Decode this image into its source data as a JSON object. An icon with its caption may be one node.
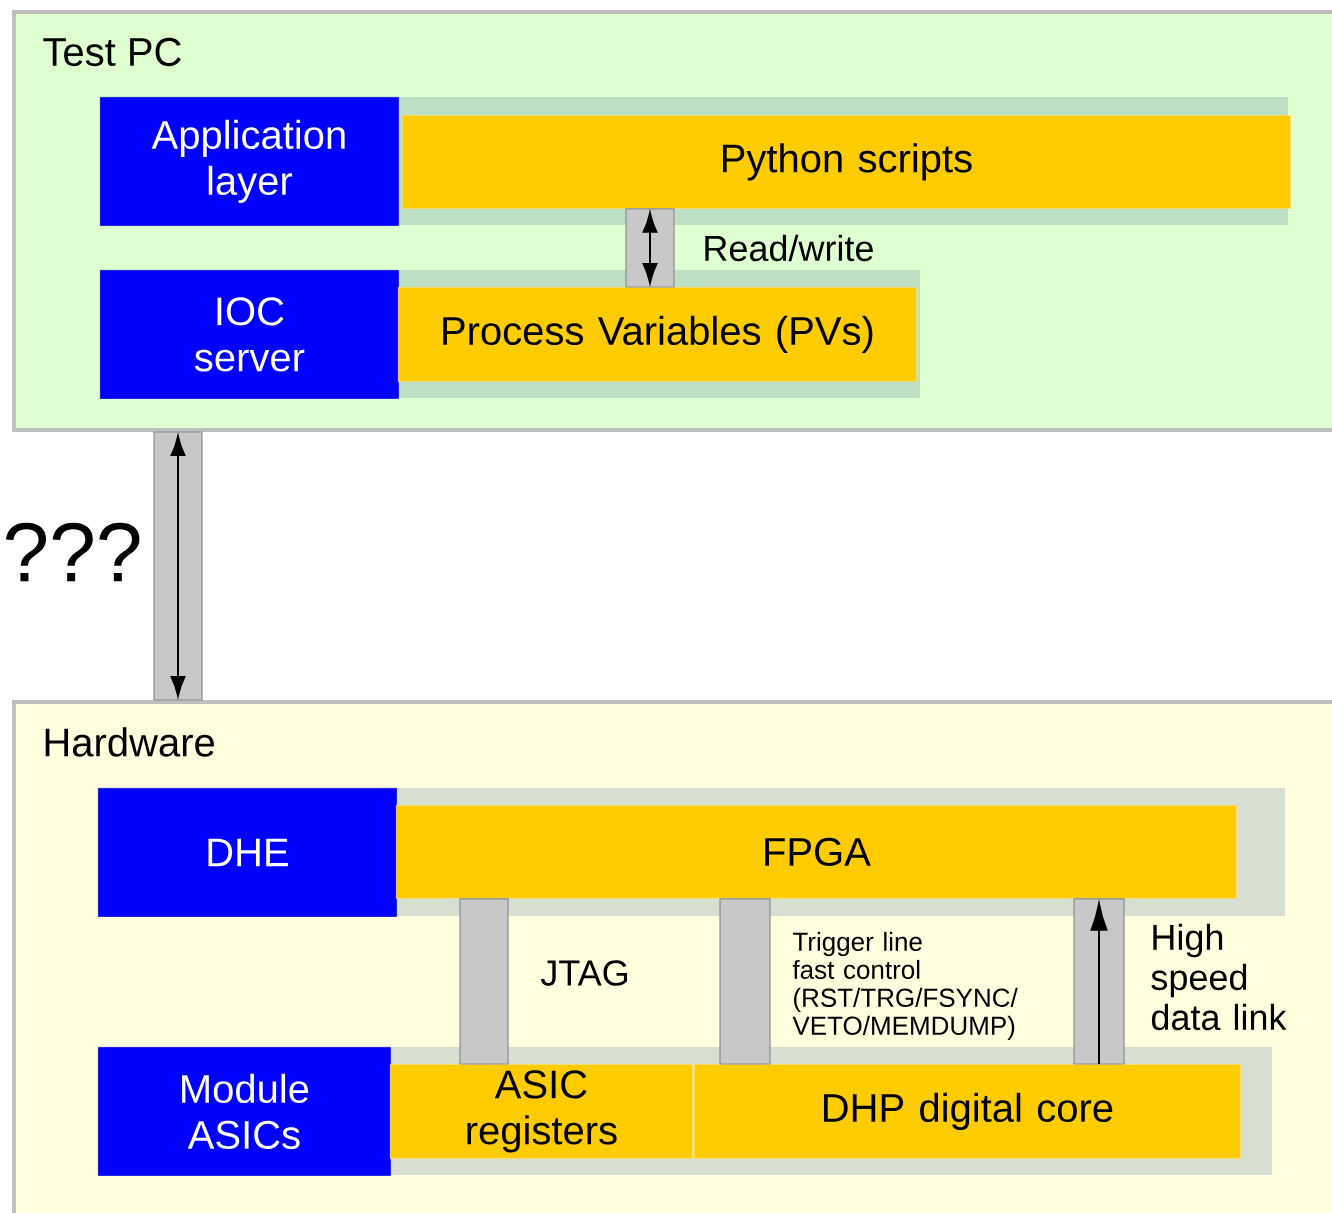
{
  "diagram": {
    "nodes": [
      {
        "text": [
          "Test PC"
        ]
      },
      {
        "text": [
          "Application layer"
        ],
        "in": 0
      },
      {
        "text": [
          "Python scripts"
        ],
        "in": 0
      },
      {
        "text": [
          "IOC server"
        ],
        "in": 0
      },
      {
        "text": [
          "Process Variables (PVs)"
        ],
        "in": 0
      },
      {
        "text": [
          "Hardware"
        ]
      },
      {
        "text": [
          "DHE"
        ],
        "in": 5
      },
      {
        "text": [
          "FPGA"
        ],
        "in": 5
      },
      {
        "text": [
          "Module ASICs"
        ],
        "in": 5
      },
      {
        "text": [
          "ASIC registers"
        ],
        "in": 5
      },
      {
        "text": [
          "DHP digital core"
        ],
        "in": 5
      }
    ],
    "edges": [
      {
        "from": 2,
        "to": 4,
        "arrow": "both",
        "label": "Read/write"
      },
      {
        "from": 0,
        "to": 5,
        "arrow": "both",
        "label": "???"
      },
      {
        "from": 7,
        "to": 9,
        "arrow": "none",
        "label": "JTAG"
      },
      {
        "from": 7,
        "to": 10,
        "arrow": "none",
        "label": "Trigger line fast control (RST/TRG/FSYNC/ VETO/MEMDUMP)"
      },
      {
        "from": 10,
        "to": 7,
        "arrow": "to",
        "label": "High speed data link"
      }
    ]
  }
}
